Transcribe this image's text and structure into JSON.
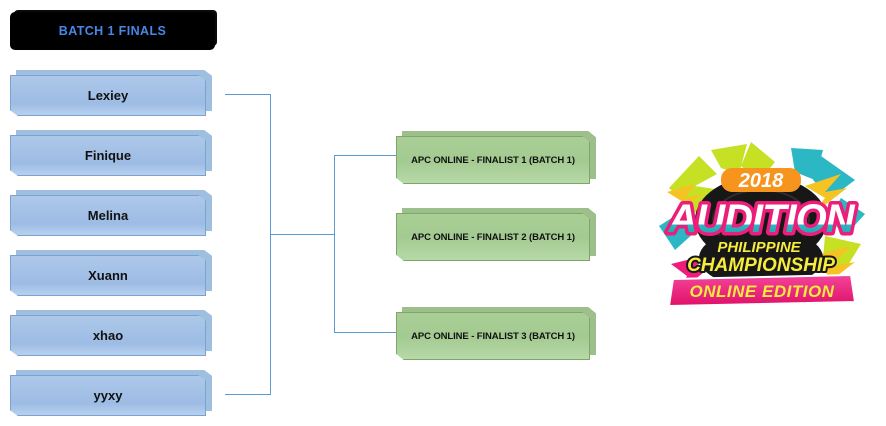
{
  "header": {
    "title": "BATCH 1 FINALS",
    "bg_color": "#000000",
    "text_color": "#4a86e8"
  },
  "bracket": {
    "line_color": "#5b9bd5",
    "competitor_box_color": "#a3c0e6",
    "finalist_box_color": "#a3ca91",
    "competitors": [
      {
        "name": "Lexiey"
      },
      {
        "name": "Finique"
      },
      {
        "name": "Melina"
      },
      {
        "name": "Xuann"
      },
      {
        "name": "xhao"
      },
      {
        "name": "yyxy"
      }
    ],
    "finalists": [
      {
        "name": "APC ONLINE - FINALIST 1 (BATCH 1)"
      },
      {
        "name": "APC ONLINE - FINALIST 2 (BATCH 1)"
      },
      {
        "name": "APC ONLINE - FINALIST 3 (BATCH 1)"
      }
    ]
  },
  "logo": {
    "year": "2018",
    "title": "AUDITION",
    "subtitle_line1": "PHILIPPINE",
    "subtitle_line2": "CHAMPIONSHIP",
    "banner": "ONLINE EDITION",
    "colors": {
      "year_badge": "#f7941e",
      "year_text": "#ffffff",
      "title_fill": "#ffffff",
      "title_outline": "#ec1e79",
      "title_shade": "#2bb8c4",
      "disc": "#1a1a1a",
      "subtitle_fill": "#f6ec3d",
      "banner_fill": "#ec1e79",
      "banner_text": "#f6ec3d",
      "accent_green": "#c6e023",
      "accent_teal": "#2bb8c4"
    }
  }
}
